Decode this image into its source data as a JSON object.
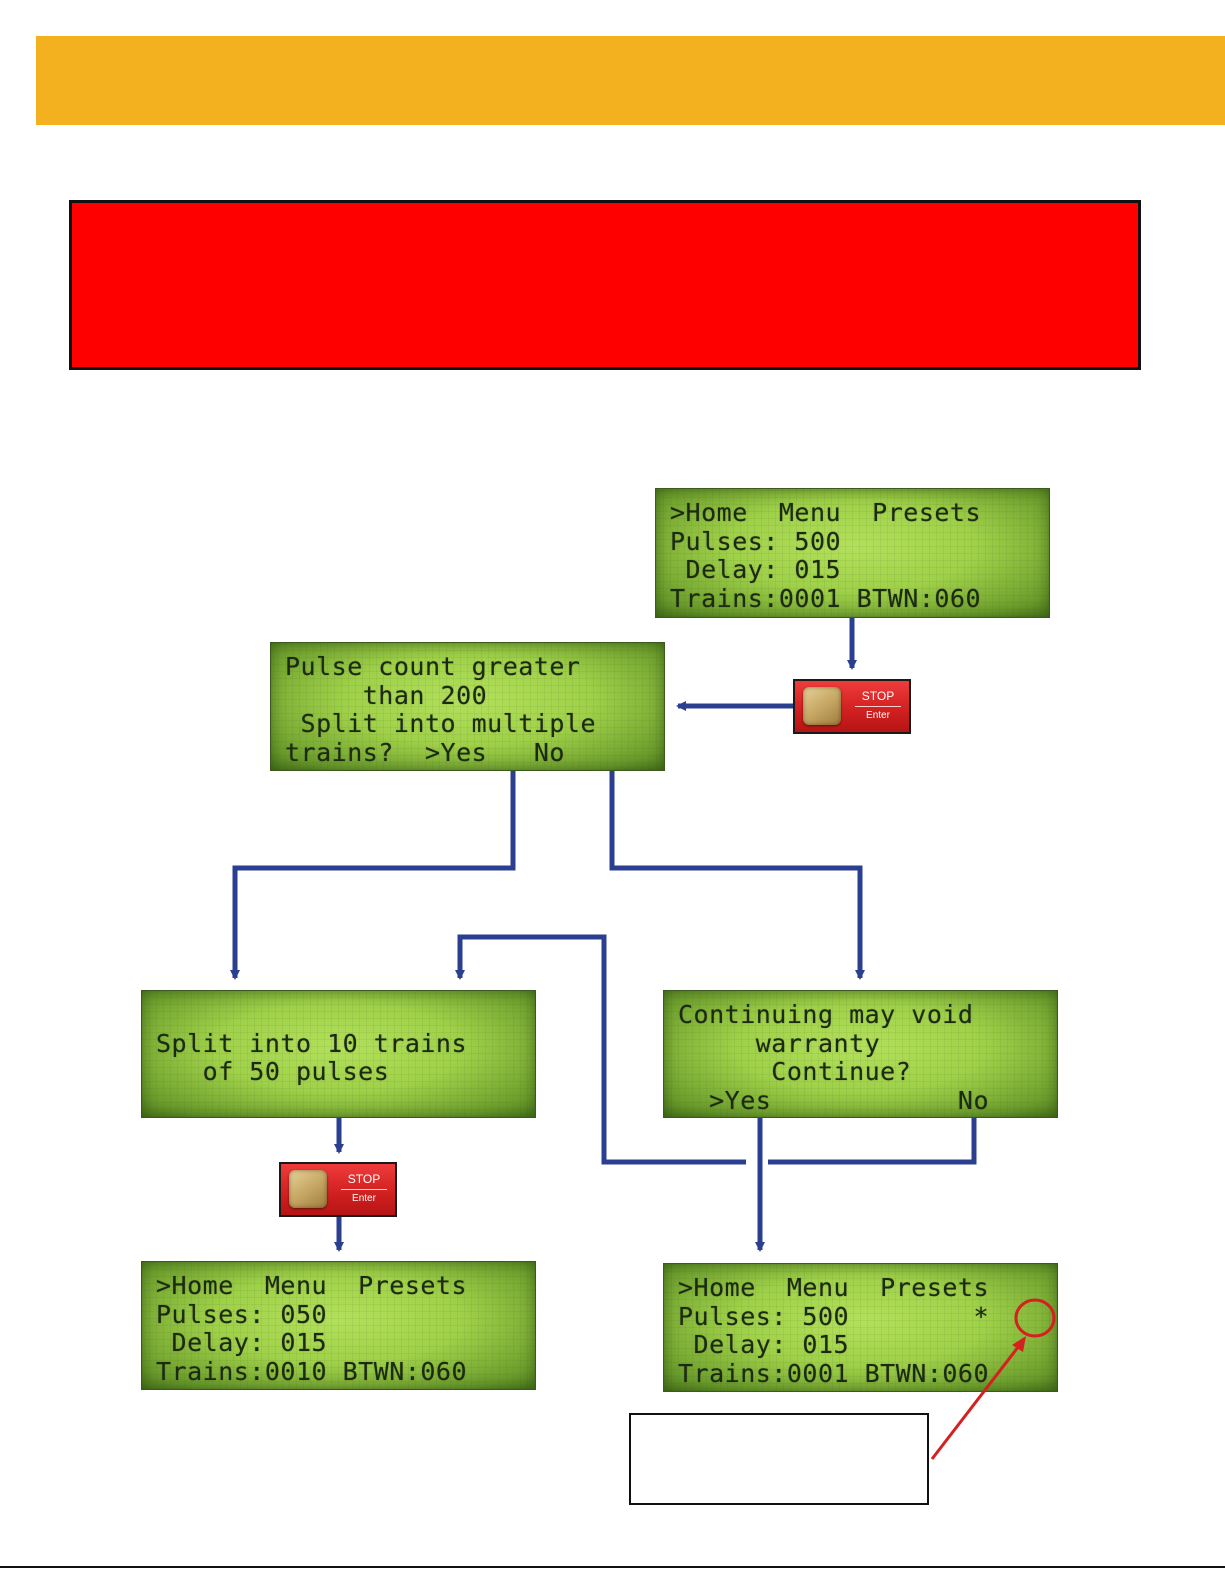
{
  "colors": {
    "header_band": "#f4b11f",
    "warning_box": "#ff0000",
    "connector": "#2b3f91",
    "callout_arrow": "#d42020"
  },
  "screens": {
    "home_initial": ">Home  Menu  Presets\nPulses: 500\n Delay: 015\nTrains:0001 BTWN:060",
    "pulse_warning": "Pulse count greater\n     than 200\n Split into multiple\ntrains?  >Yes   No",
    "split_info": "\nSplit into 10 trains\n   of 50 pulses",
    "warranty_warning": "Continuing may void\n     warranty\n      Continue?\n  >Yes            No",
    "home_split": ">Home  Menu  Presets\nPulses: 050\n Delay: 015\nTrains:0010 BTWN:060",
    "home_override": ">Home  Menu  Presets\nPulses: 500        *\n Delay: 015\nTrains:0001 BTWN:060"
  },
  "buttons": {
    "stop_enter_1": {
      "top_label": "STOP",
      "bottom_label": "Enter"
    },
    "stop_enter_2": {
      "top_label": "STOP",
      "bottom_label": "Enter"
    }
  },
  "icons": {
    "callout": "red-circle-callout-icon",
    "flow_arrow": "blue-flow-arrow-icon"
  }
}
